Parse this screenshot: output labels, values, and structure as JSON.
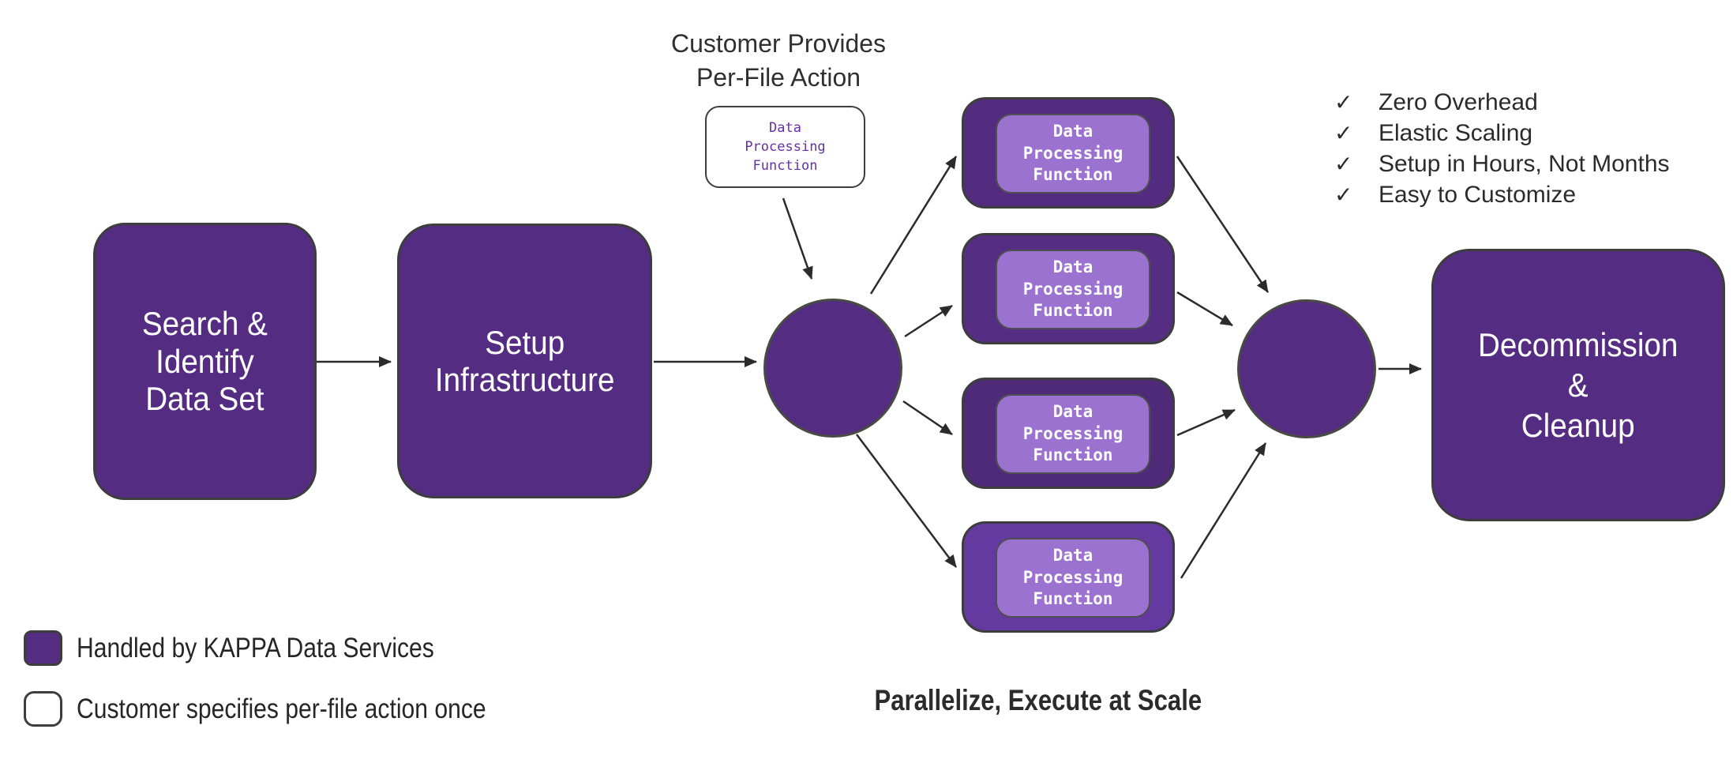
{
  "colors": {
    "primary_purple": "#542d82",
    "light_purple": "#9b72cf",
    "outline_dark": "#3d3d3d",
    "arrow": "#2b2b2b",
    "code_text_purple": "#6630a8",
    "parallel_fills": [
      "#532c80",
      "#552e84",
      "#4e2a79",
      "#6439a0"
    ]
  },
  "note": {
    "title": "Customer Provides\nPer-File Action",
    "code_label": "Data\nProcessing\nFunction"
  },
  "stages": {
    "search": "Search &\nIdentify\nData Set",
    "setup": "Setup\nInfrastructure",
    "decommission": "Decommission\n&\nCleanup"
  },
  "parallel": {
    "label": "Data\nProcessing\nFunction"
  },
  "check_glyph": "✓",
  "benefits": [
    "Zero Overhead",
    "Elastic Scaling",
    "Setup in Hours, Not Months",
    "Easy to Customize"
  ],
  "legend": [
    {
      "label": "Handled by KAPPA Data Services"
    },
    {
      "label": "Customer specifies per-file action once"
    }
  ],
  "footer": "Parallelize, Execute at Scale"
}
